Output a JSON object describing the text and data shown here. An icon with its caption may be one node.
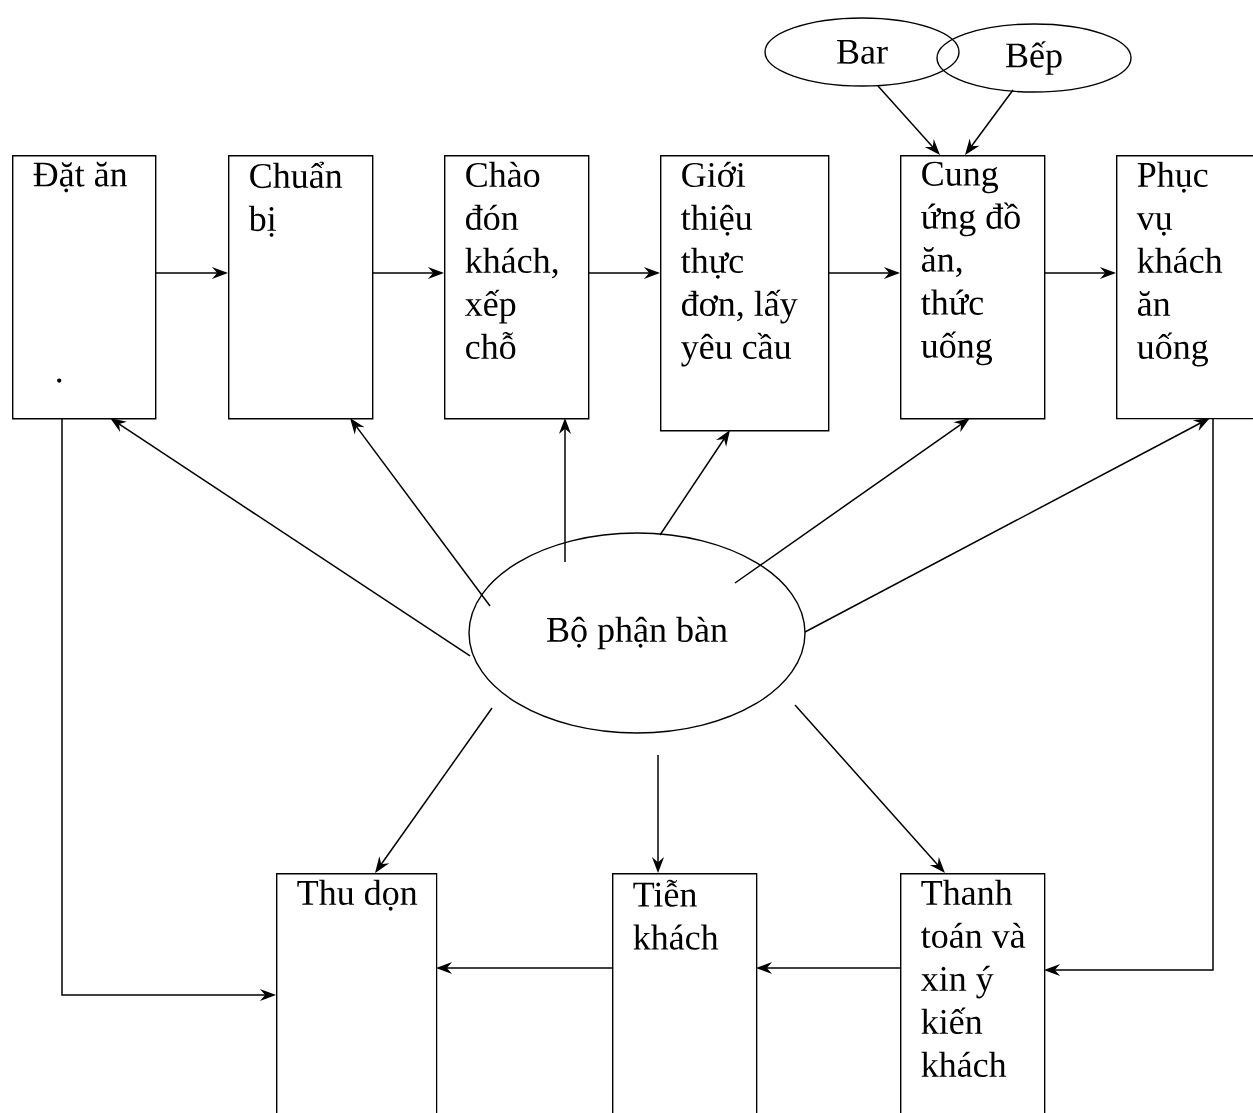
{
  "diagram": {
    "nodes": [
      {
        "text": [
          "Đặt ăn",
          "."
        ]
      },
      {
        "text": [
          "Chuẩn bị"
        ]
      },
      {
        "text": [
          "Chào đón khách, xếp chỗ"
        ]
      },
      {
        "text": [
          "Giới thiệu thực đơn, lấy yêu cầu"
        ]
      },
      {
        "text": [
          "Cung ứng đồ ăn, thức uống"
        ]
      },
      {
        "text": [
          "Phục vụ khách ăn uống"
        ]
      },
      {
        "text": [
          "Bar"
        ]
      },
      {
        "text": [
          "Bếp"
        ]
      },
      {
        "text": [
          "Bộ phận bàn"
        ]
      },
      {
        "text": [
          "Thu dọn"
        ]
      },
      {
        "text": [
          "Tiễn khách"
        ]
      },
      {
        "text": [
          "Thanh toán và xin ý kiến khách"
        ]
      }
    ],
    "edges": [
      {
        "from": 0,
        "to": 1,
        "arrow": "to"
      },
      {
        "from": 1,
        "to": 2,
        "arrow": "to"
      },
      {
        "from": 2,
        "to": 3,
        "arrow": "to"
      },
      {
        "from": 3,
        "to": 4,
        "arrow": "to"
      },
      {
        "from": 4,
        "to": 5,
        "arrow": "to"
      },
      {
        "from": 6,
        "to": 4,
        "arrow": "to"
      },
      {
        "from": 7,
        "to": 4,
        "arrow": "to"
      },
      {
        "from": 8,
        "to": 0,
        "arrow": "to"
      },
      {
        "from": 8,
        "to": 1,
        "arrow": "to"
      },
      {
        "from": 8,
        "to": 2,
        "arrow": "to"
      },
      {
        "from": 8,
        "to": 3,
        "arrow": "to"
      },
      {
        "from": 8,
        "to": 4,
        "arrow": "to"
      },
      {
        "from": 8,
        "to": 5,
        "arrow": "to"
      },
      {
        "from": 8,
        "to": 9,
        "arrow": "to"
      },
      {
        "from": 8,
        "to": 10,
        "arrow": "to"
      },
      {
        "from": 8,
        "to": 11,
        "arrow": "to"
      },
      {
        "from": 11,
        "to": 10,
        "arrow": "to"
      },
      {
        "from": 10,
        "to": 9,
        "arrow": "to"
      },
      {
        "from": 0,
        "to": 9,
        "arrow": "to"
      },
      {
        "from": 5,
        "to": 11,
        "arrow": "to"
      }
    ]
  }
}
